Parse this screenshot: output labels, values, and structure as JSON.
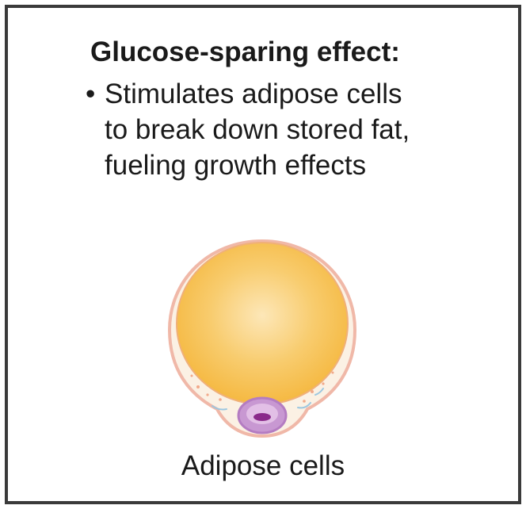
{
  "panel": {
    "heading": "Glucose-sparing effect:",
    "bullet_symbol": "•",
    "bullet_lines": [
      "Stimulates adipose cells",
      "to break down stored fat,",
      "fueling growth effects"
    ],
    "figure_label": "Adipose cells"
  },
  "colors": {
    "fat_droplet": "#f5b942",
    "fat_droplet_highlight": "#fde7b8",
    "membrane": "#f0b8a8",
    "cytoplasm": "#fbf1e4",
    "nucleus": "#b47cc2",
    "nucleolus": "#8a2a8a",
    "border": "#3a3a3a"
  },
  "icons": {
    "figure": "adipose-cell-illustration"
  }
}
